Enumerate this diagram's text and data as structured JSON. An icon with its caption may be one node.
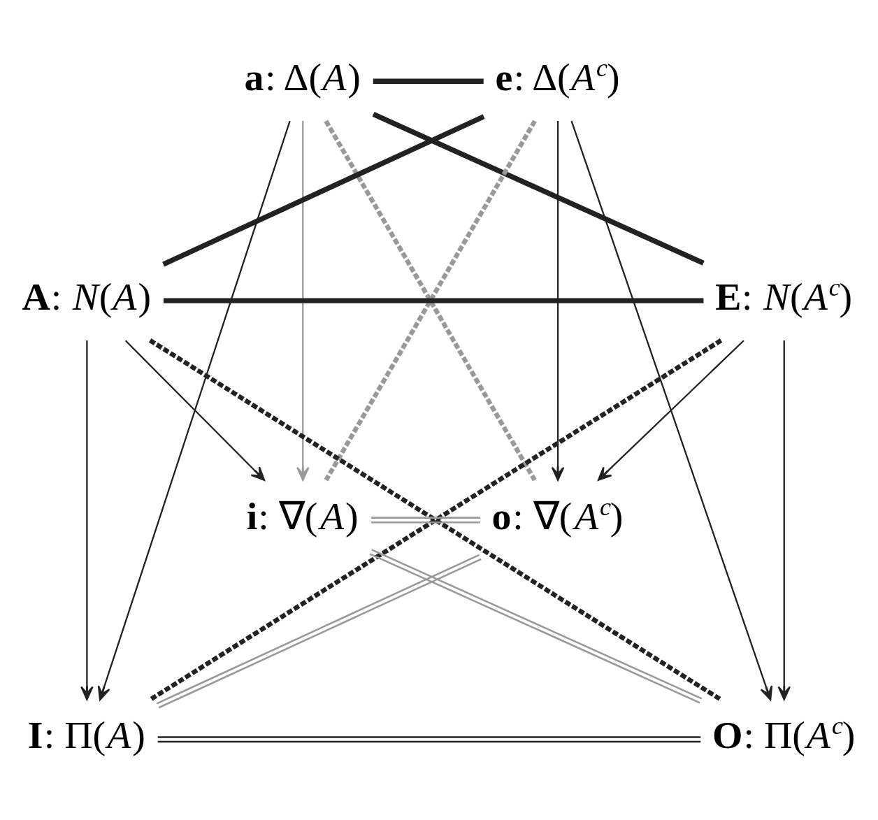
{
  "diagram": {
    "nodes": [
      {
        "text": [
          "**a**: Δ(*A*)"
        ]
      },
      {
        "text": [
          "**e**: Δ(*A*$^{c}$)"
        ]
      },
      {
        "text": [
          "**A**: *N*(*A*)"
        ]
      },
      {
        "text": [
          "**E**: *N*(*A*$^{c}$)"
        ]
      },
      {
        "text": [
          "**i**: ∇(*A*)"
        ]
      },
      {
        "text": [
          "**o**: ∇(*A*$^{c}$)"
        ]
      },
      {
        "text": [
          "**I**: Π(*A*)"
        ]
      },
      {
        "text": [
          "**O**: Π(*A*$^{c}$)"
        ]
      }
    ],
    "edges": [
      {
        "from": 0,
        "to": 1,
        "arrow": "none",
        "style": "thick"
      },
      {
        "from": 0,
        "to": 3,
        "arrow": "none",
        "style": "thick"
      },
      {
        "from": 1,
        "to": 2,
        "arrow": "none",
        "style": "thick"
      },
      {
        "from": 2,
        "to": 3,
        "arrow": "none",
        "style": "thick"
      },
      {
        "from": 0,
        "to": 4,
        "arrow": "to",
        "color": "#999999"
      },
      {
        "from": 0,
        "to": 6,
        "arrow": "to"
      },
      {
        "from": 1,
        "to": 5,
        "arrow": "to"
      },
      {
        "from": 1,
        "to": 7,
        "arrow": "to"
      },
      {
        "from": 2,
        "to": 4,
        "arrow": "to"
      },
      {
        "from": 2,
        "to": 6,
        "arrow": "to"
      },
      {
        "from": 3,
        "to": 5,
        "arrow": "to"
      },
      {
        "from": 3,
        "to": 7,
        "arrow": "to"
      },
      {
        "from": 0,
        "to": 5,
        "arrow": "none",
        "style": "dashed",
        "color": "#999999"
      },
      {
        "from": 1,
        "to": 4,
        "arrow": "none",
        "style": "dashed",
        "color": "#999999"
      },
      {
        "from": 2,
        "to": 7,
        "arrow": "none",
        "style": "dashed"
      },
      {
        "from": 3,
        "to": 6,
        "arrow": "none",
        "style": "dashed"
      },
      {
        "from": 4,
        "to": 5,
        "arrow": "none",
        "color": "#999999"
      },
      {
        "from": 4,
        "to": 7,
        "arrow": "none",
        "color": "#999999"
      },
      {
        "from": 5,
        "to": 6,
        "arrow": "none",
        "color": "#999999"
      },
      {
        "from": 6,
        "to": 7,
        "arrow": "none"
      }
    ]
  }
}
